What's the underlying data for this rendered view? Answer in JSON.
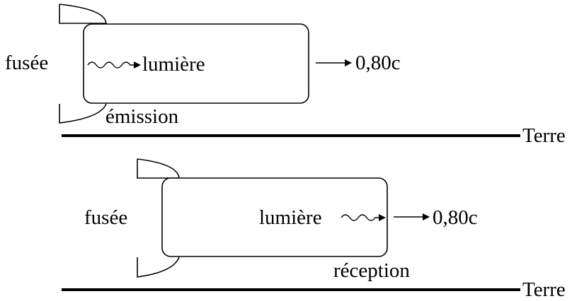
{
  "colors": {
    "stroke": "#000000",
    "background": "#ffffff"
  },
  "scene1": {
    "rocket_label": "fusée",
    "light_label": "lumière",
    "speed_label": "0,80c",
    "event_label": "émission",
    "ground_label": "Terre"
  },
  "scene2": {
    "rocket_label": "fusée",
    "light_label": "lumière",
    "speed_label": "0,80c",
    "event_label": "réception",
    "ground_label": "Terre"
  }
}
